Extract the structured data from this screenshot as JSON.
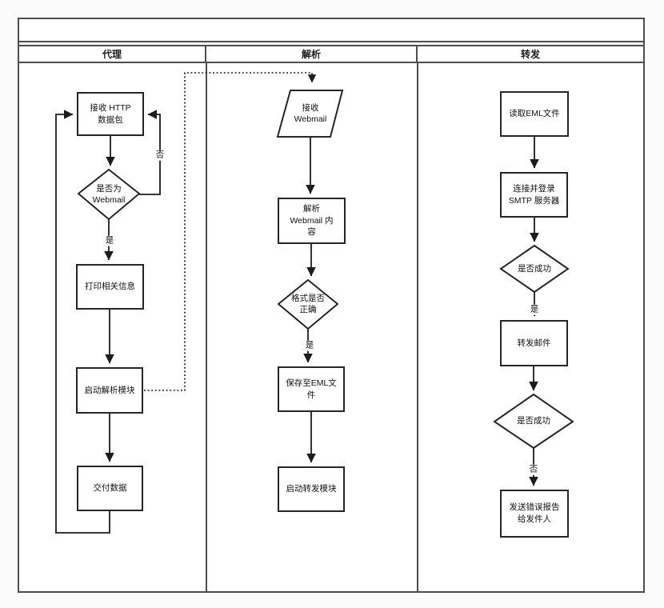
{
  "diagram": {
    "title": "",
    "lanes": [
      {
        "label": "代理"
      },
      {
        "label": "解析"
      },
      {
        "label": "转发"
      }
    ]
  },
  "nodes": {
    "recv_http": "接收 HTTP\n数据包",
    "is_webmail": "是否为\nWebmail",
    "print_info": "打印相关信息",
    "start_parse": "启动解析模块",
    "deliver_data": "交付数据",
    "recv_webmail": "接收\nWebmail",
    "parse_webmail": "解析\nWebmail 内\n容",
    "format_ok": "格式是否\n正确",
    "save_eml": "保存至EML文\n件",
    "start_forward": "启动转发模块",
    "read_eml": "读取EML文件",
    "connect_smtp": "连接并登录\nSMTP 服务器",
    "is_success_1": "是否成功",
    "forward_mail": "转发邮件",
    "is_success_2": "是否成功",
    "send_error": "发送错误报告\n给发件人"
  },
  "edge_labels": {
    "l1_yes": "是",
    "l1_no": "否",
    "l2_yes": "是",
    "l3_yes": "是",
    "l3_no": "否"
  },
  "colors": {
    "frame_line": "#4d4d4d",
    "node_border": "#262626",
    "arrow_line": "#1c1c1c",
    "background": "#ffffff"
  }
}
